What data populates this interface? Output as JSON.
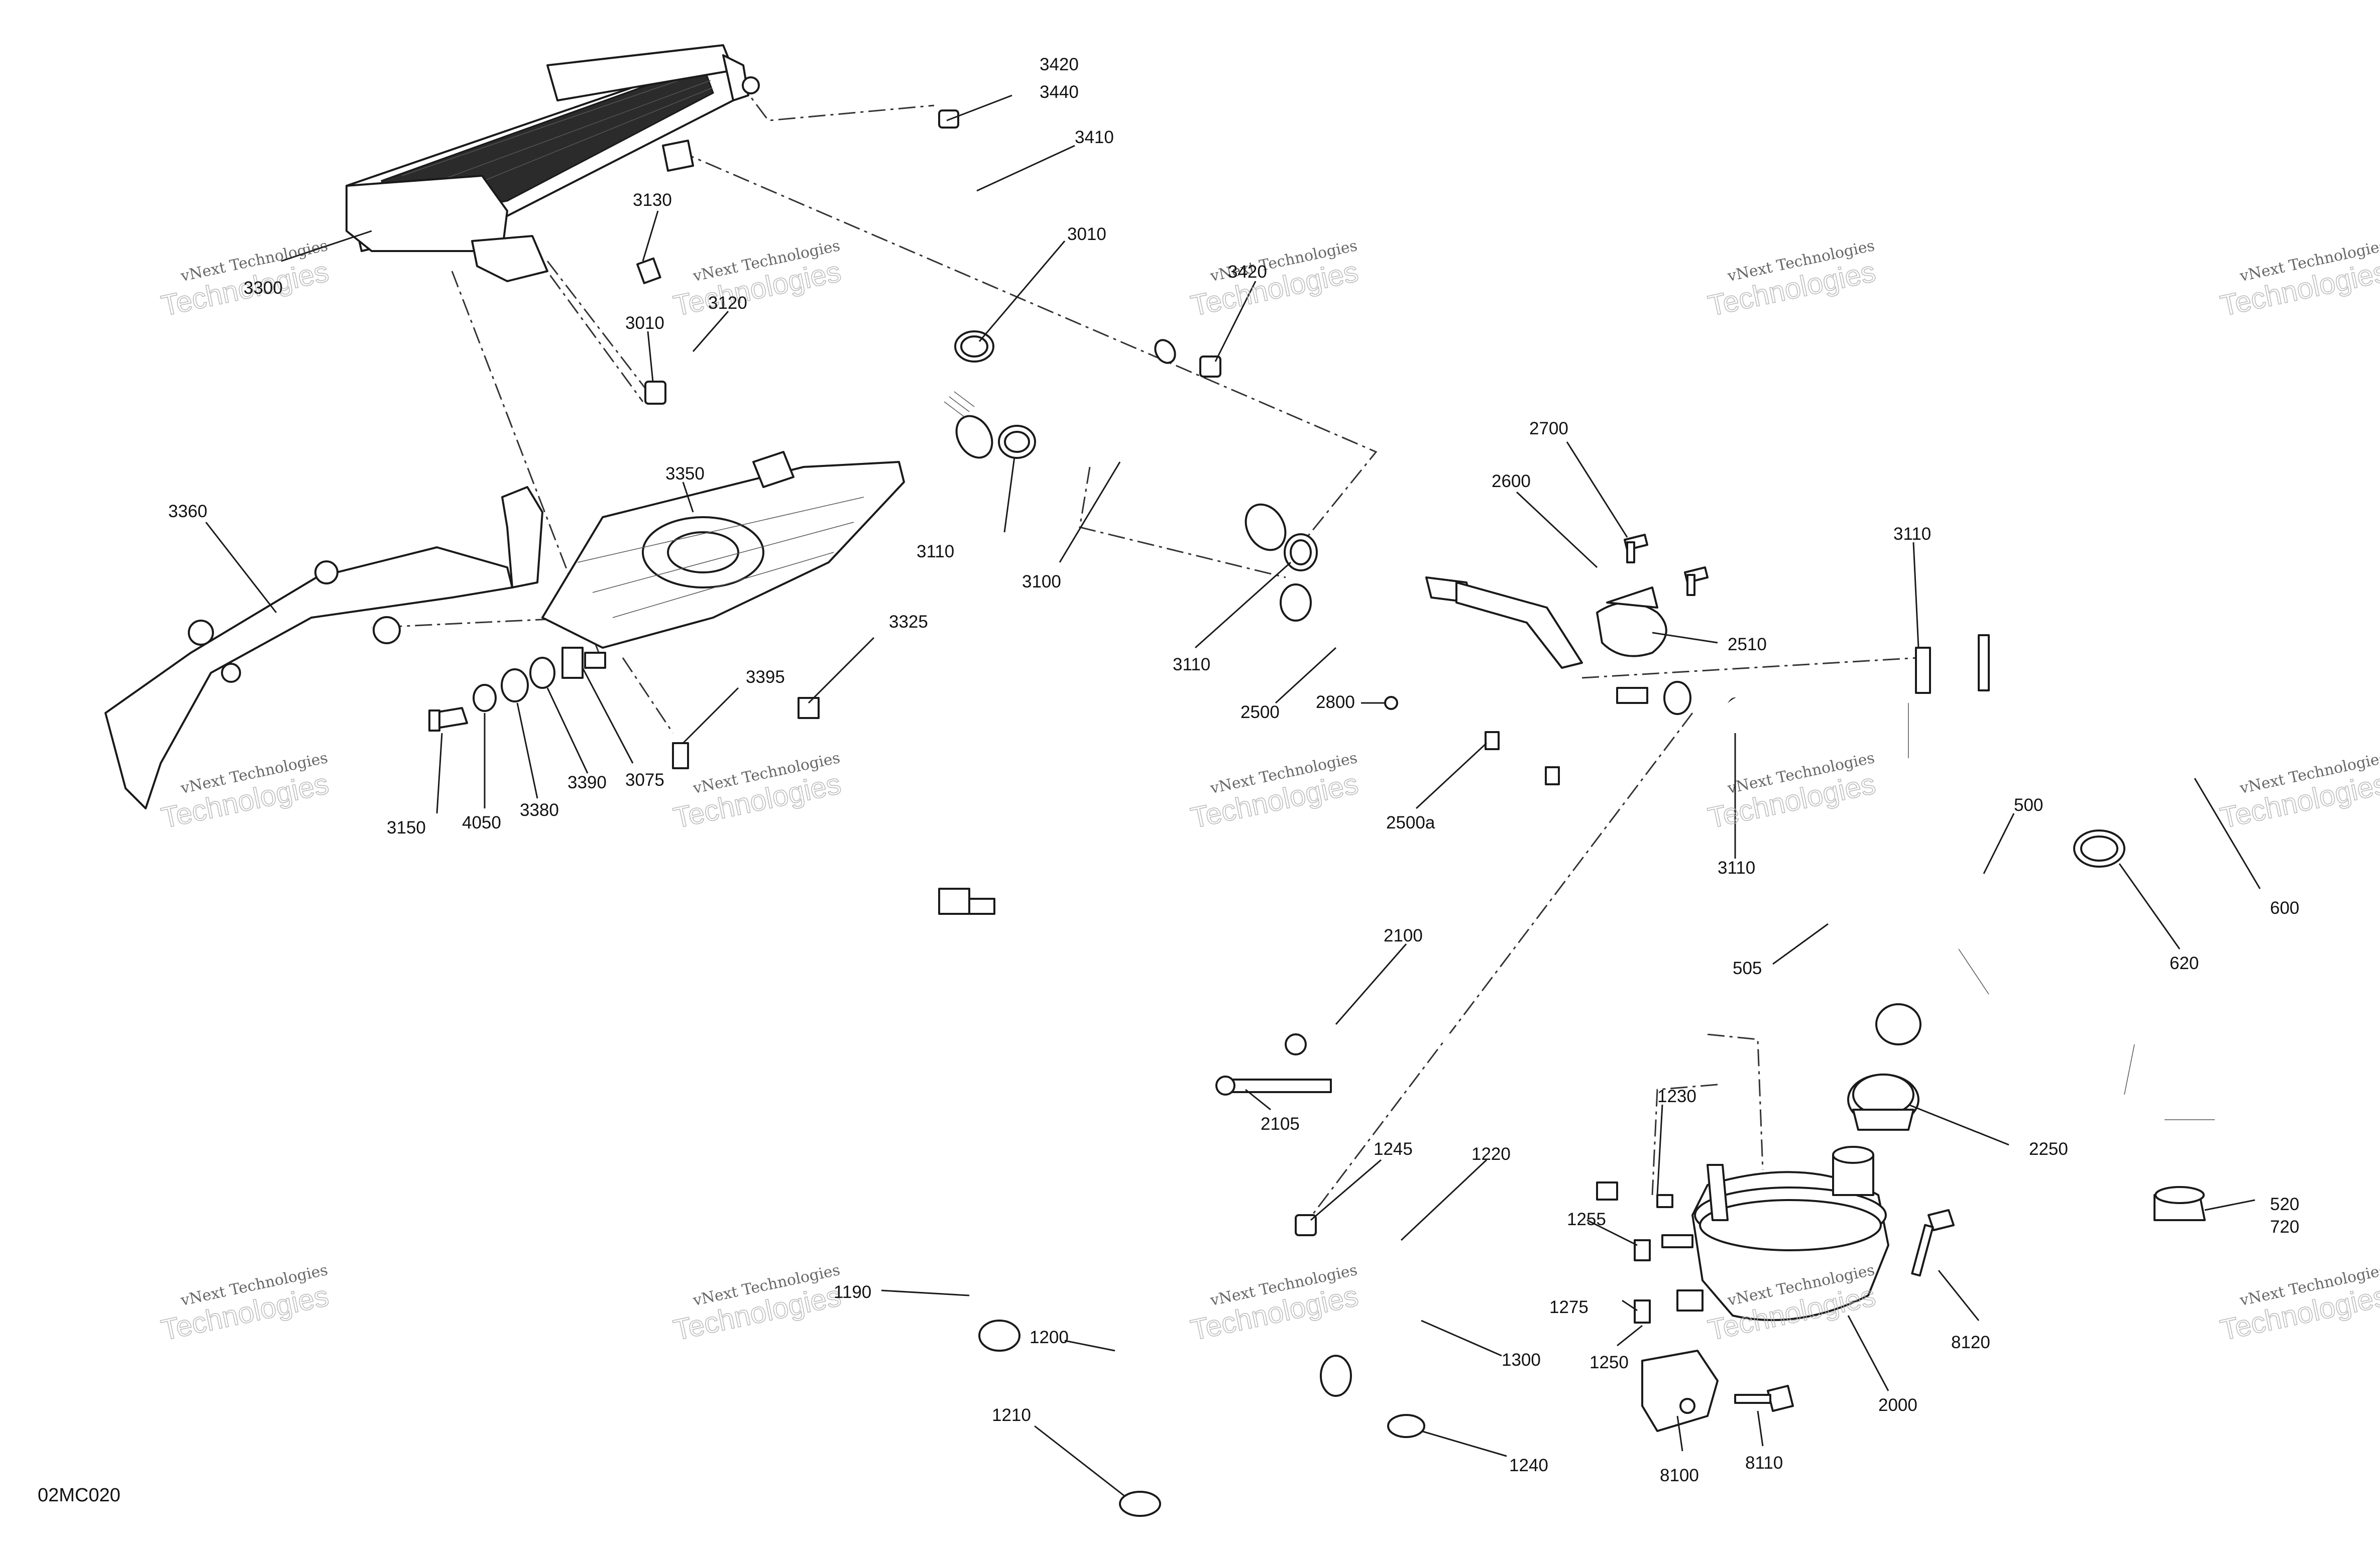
{
  "document": {
    "reference": "02MC020"
  },
  "watermark": {
    "line1": "vNext Technologies",
    "line2": "Technologies"
  },
  "callouts": {
    "c3420a": "3420",
    "c3440": "3440",
    "c3410": "3410",
    "c3010a": "3010",
    "c3420b": "3420",
    "c3130": "3130",
    "c3300": "3300",
    "c3010b": "3010",
    "c3120": "3120",
    "c3350": "3350",
    "c3360": "3360",
    "c3110a": "3110",
    "c3100": "3100",
    "c3110b": "3110",
    "c3325": "3325",
    "c3395": "3395",
    "c3150": "3150",
    "c4050": "4050",
    "c3380": "3380",
    "c3390": "3390",
    "c3075": "3075",
    "c2700": "2700",
    "c2600": "2600",
    "c2510": "2510",
    "c2500": "2500",
    "c2800": "2800",
    "c2500a": "2500a",
    "c3110c": "3110",
    "c3110d": "3110",
    "c500": "500",
    "c600": "600",
    "c620": "620",
    "c505": "505",
    "c2100": "2100",
    "c2105": "2105",
    "c1230": "1230",
    "c2250": "2250",
    "c1245": "1245",
    "c1220": "1220",
    "c1255": "1255",
    "c520": "520",
    "c720": "720",
    "c1190": "1190",
    "c1275": "1275",
    "c8120": "8120",
    "c1200": "1200",
    "c1300": "1300",
    "c1250": "1250",
    "c2000": "2000",
    "c1210": "1210",
    "c1240": "1240",
    "c8100": "8100",
    "c8110": "8110"
  }
}
